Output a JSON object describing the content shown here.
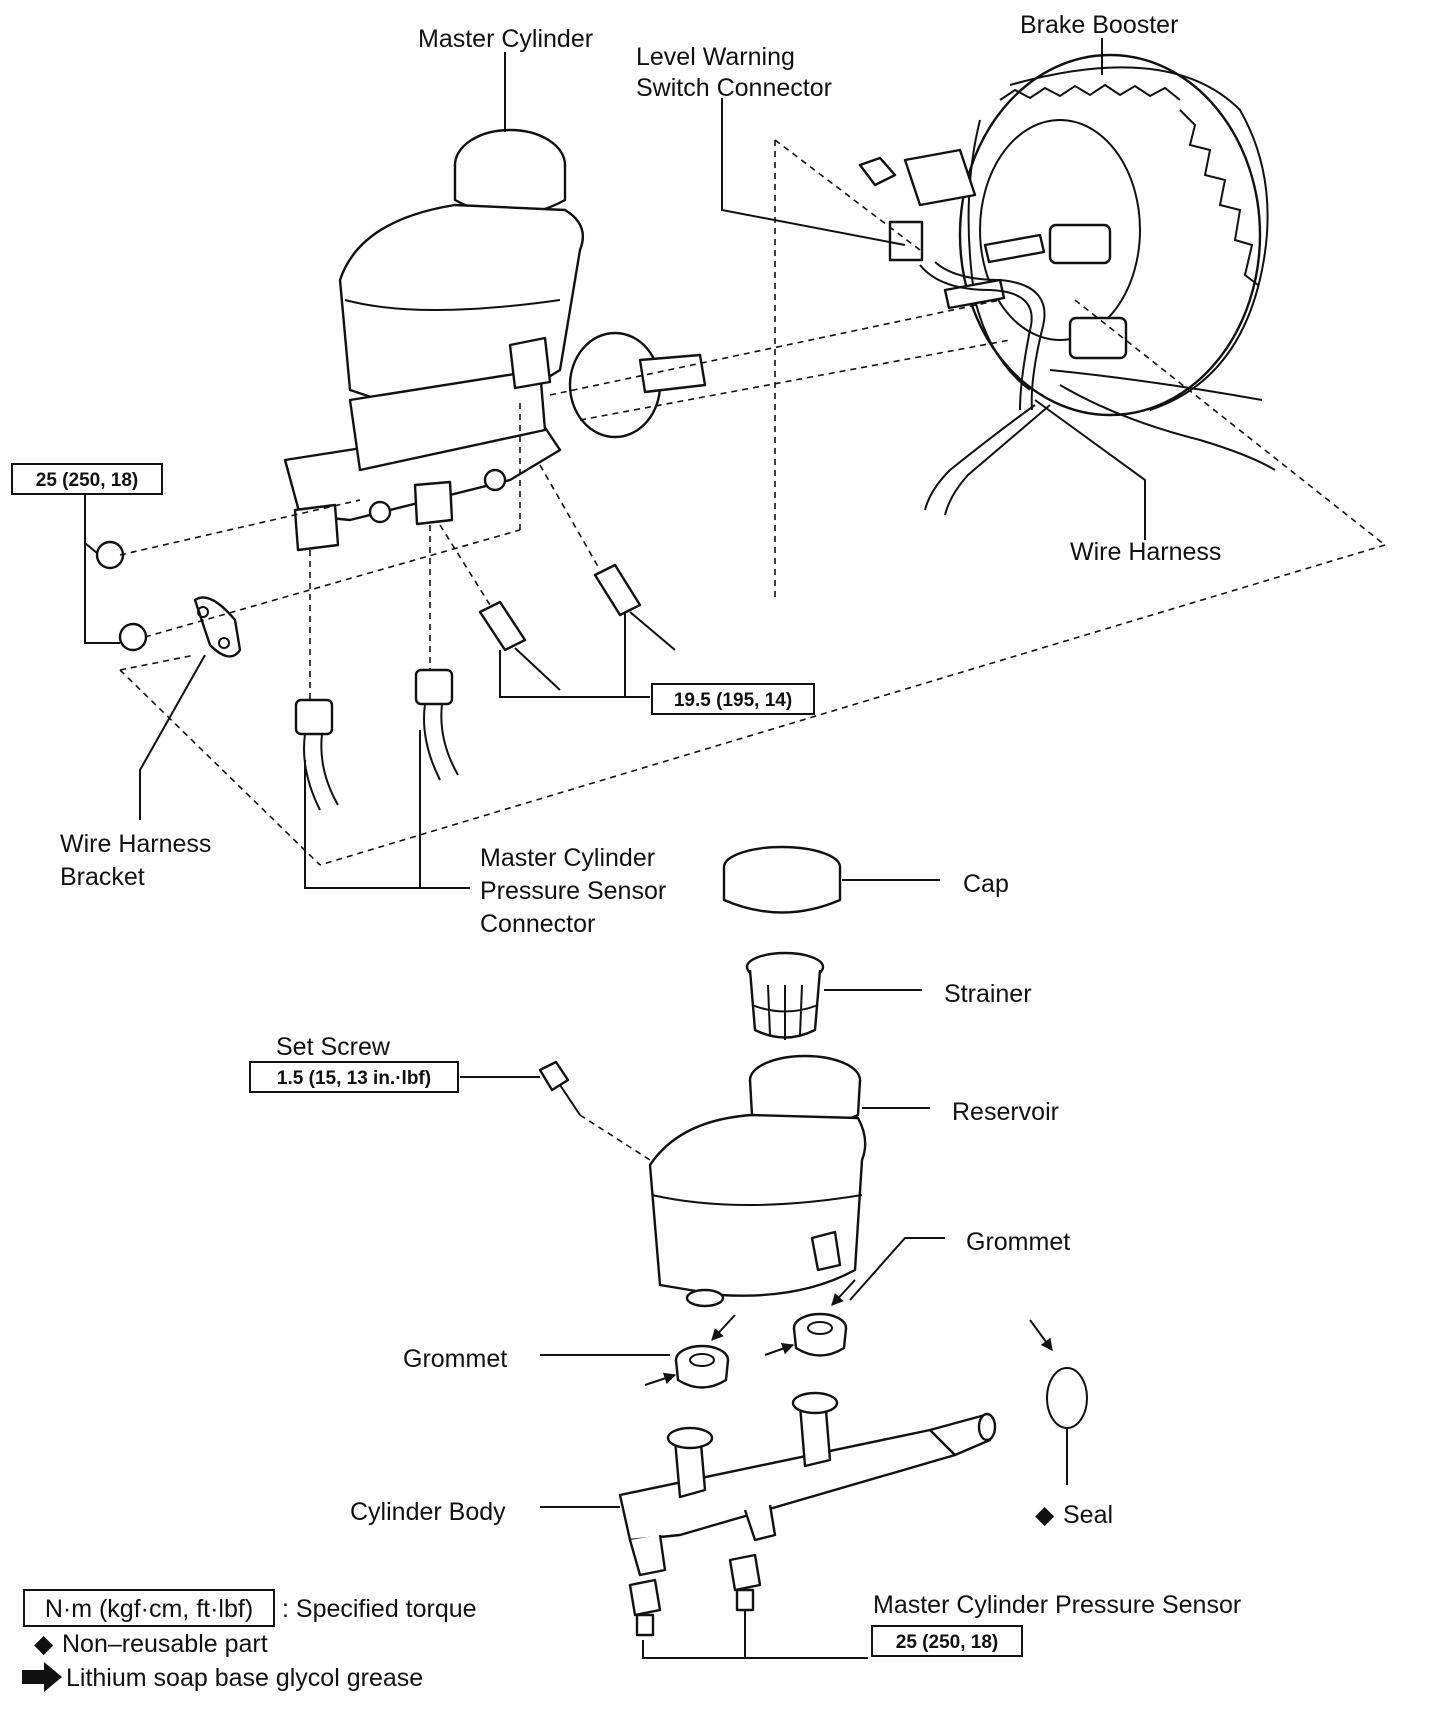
{
  "labels": {
    "master_cylinder": "Master Cylinder",
    "level_warning_line1": "Level Warning",
    "level_warning_line2": "Switch Connector",
    "brake_booster": "Brake Booster",
    "wire_harness": "Wire Harness",
    "wire_harness_bracket_line1": "Wire Harness",
    "wire_harness_bracket_line2": "Bracket",
    "pressure_sensor_connector_line1": "Master Cylinder",
    "pressure_sensor_connector_line2": "Pressure Sensor",
    "pressure_sensor_connector_line3": "Connector",
    "cap": "Cap",
    "strainer": "Strainer",
    "set_screw": "Set Screw",
    "reservoir": "Reservoir",
    "grommet_right": "Grommet",
    "grommet_left": "Grommet",
    "cylinder_body": "Cylinder Body",
    "seal": "Seal",
    "pressure_sensor": "Master Cylinder Pressure Sensor"
  },
  "torques": {
    "nut": "25 (250, 18)",
    "brake_lines": "19.5 (195, 14)",
    "set_screw": "1.5 (15, 13 in.·lbf)",
    "pressure_sensor": "25 (250, 18)"
  },
  "legend": {
    "unit_box": "N·m (kgf·cm, ft·lbf)",
    "unit_desc": ": Specified torque",
    "non_reusable": "Non–reusable part",
    "grease": "Lithium soap base glycol grease"
  },
  "symbols": {
    "non_reusable": "◆",
    "grease": "arrow-icon"
  }
}
